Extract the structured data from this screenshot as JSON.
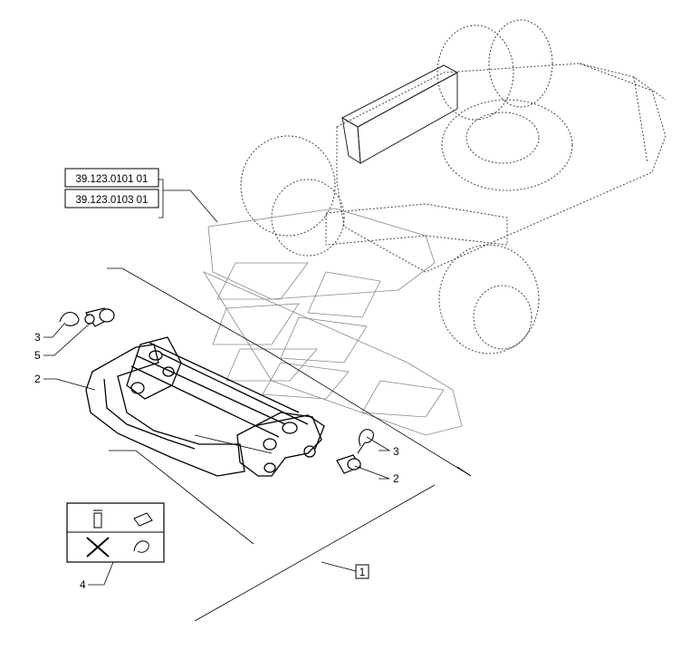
{
  "references": [
    "39.123.0101 01",
    "39.123.0103 01"
  ],
  "callouts": {
    "pin_clip_left": "3",
    "pin_left": "5",
    "hitch_frame": "2",
    "clip_right": "3",
    "pin_right": "2",
    "decal": "4",
    "assembly": "1"
  }
}
